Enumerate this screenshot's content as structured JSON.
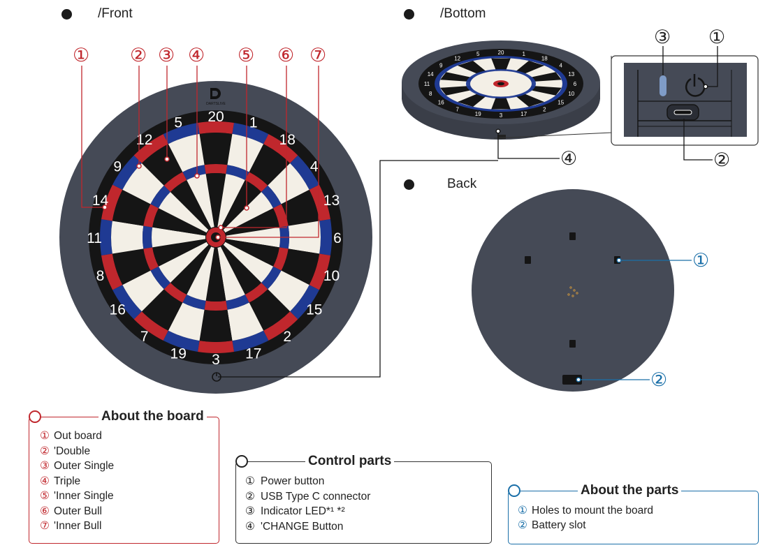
{
  "sections": {
    "front": "/Front",
    "bottom": "/Bottom",
    "back": "Back"
  },
  "front_callouts": [
    "①",
    "②",
    "③",
    "④",
    "⑤",
    "⑥",
    "⑦"
  ],
  "bottom_callouts": [
    "③",
    "①",
    "④",
    "②"
  ],
  "back_callouts": [
    "①",
    "②"
  ],
  "board_numbers": [
    "20",
    "1",
    "18",
    "4",
    "13",
    "6",
    "10",
    "15",
    "2",
    "17",
    "3",
    "19",
    "7",
    "16",
    "8",
    "11",
    "14",
    "9",
    "12",
    "5"
  ],
  "logo_text": "DARTSLIVE",
  "board_box": {
    "title": "About the board",
    "items": [
      {
        "num": "①",
        "label": "Out board"
      },
      {
        "num": "②",
        "label": "'Double"
      },
      {
        "num": "③",
        "label": "Outer Single"
      },
      {
        "num": "④",
        "label": "Triple"
      },
      {
        "num": "⑤",
        "label": "'Inner Single"
      },
      {
        "num": "⑥",
        "label": "Outer Bull"
      },
      {
        "num": "⑦",
        "label": "'Inner Bull"
      }
    ]
  },
  "control_box": {
    "title": "Control parts",
    "items": [
      {
        "num": "①",
        "label": "Power button"
      },
      {
        "num": "②",
        "label": "USB Type C connector"
      },
      {
        "num": "③",
        "label": "Indicator LED*¹ *²"
      },
      {
        "num": "④",
        "label": "'CHANGE Button"
      }
    ]
  },
  "parts_box": {
    "title": "About the parts",
    "items": [
      {
        "num": "①",
        "label": "Holes to mount the board"
      },
      {
        "num": "②",
        "label": "Battery slot"
      }
    ]
  },
  "colors": {
    "red": "#c0272d",
    "blue": "#1f3a93",
    "board_grey": "#454a56",
    "sisal_white": "#f3efe6",
    "accent_blue": "#1a6fa8"
  }
}
